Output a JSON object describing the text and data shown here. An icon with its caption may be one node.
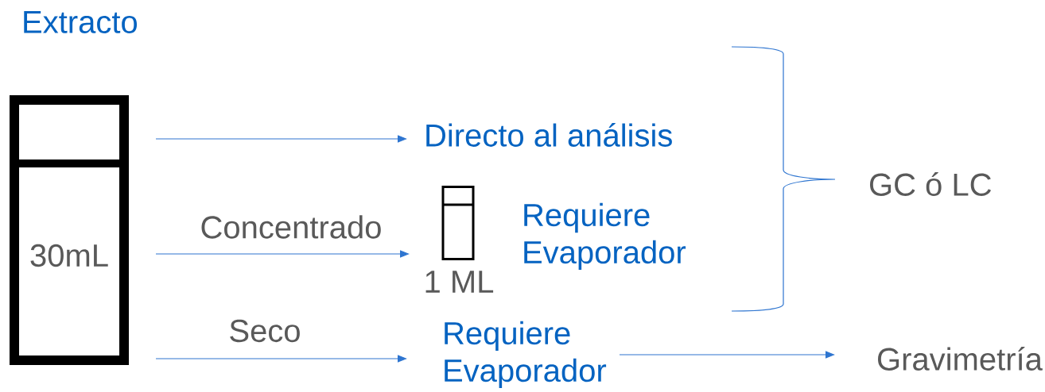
{
  "diagram": {
    "nodes": [
      {
        "text": [
          "Extracto",
          "30mL"
        ]
      },
      {
        "text": [
          "Directo al análisis"
        ]
      },
      {
        "text": [],
        "shape": "box",
        "beside": [
          "1 ML"
        ]
      },
      {
        "text": [
          "Requiere Evaporador"
        ]
      },
      {
        "text": [
          "Gravimetría"
        ]
      }
    ],
    "edges": [
      {
        "from": 0,
        "to": 1,
        "arrow": "to"
      },
      {
        "from": 0,
        "to": 2,
        "arrow": "to",
        "label": "Concentrado"
      },
      {
        "from": 0,
        "to": 3,
        "arrow": "to",
        "label": "Seco"
      },
      {
        "from": 3,
        "to": 4,
        "arrow": "to"
      }
    ],
    "labels": [
      "Requiere Evaporador",
      "GC ó LC"
    ]
  }
}
